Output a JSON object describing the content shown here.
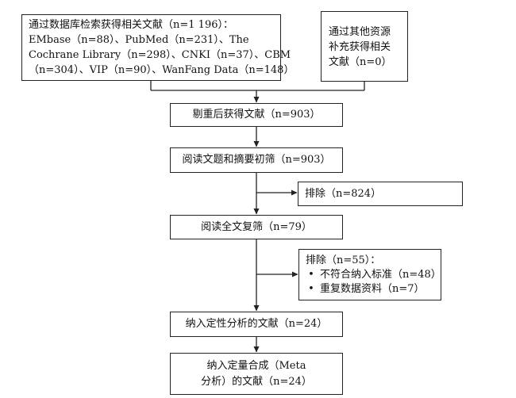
{
  "flowchart": {
    "db_search": {
      "lines": [
        "通过数据库检索获得相关文献（n=1 196）：",
        "EMbase（n=88）、PubMed（n=231）、The",
        "Cochrane Library（n=298）、CNKI（n=37）、CBM",
        "（n=304）、VIP（n=90）、WanFang Data（n=148）"
      ]
    },
    "other_sources": {
      "lines": [
        "通过其他资源",
        "补充获得相关",
        "文献（n=0）"
      ]
    },
    "dedup": "剔重后获得文献（n=903）",
    "title_abstract_screen": "阅读文题和摘要初筛（n=903）",
    "exclusion_1": "排除（n=824）",
    "fulltext_screen": "阅读全文复筛（n=79）",
    "exclusion_2": {
      "heading": "排除（n=55）：",
      "reasons": [
        "不符合纳入标准（n=48）",
        "重复数据资料（n=7）"
      ]
    },
    "qualitative": "纳入定性分析的文献（n=24）",
    "meta": {
      "lines": [
        "纳入定量合成（Meta",
        "分析）的文献（n=24）"
      ]
    }
  }
}
